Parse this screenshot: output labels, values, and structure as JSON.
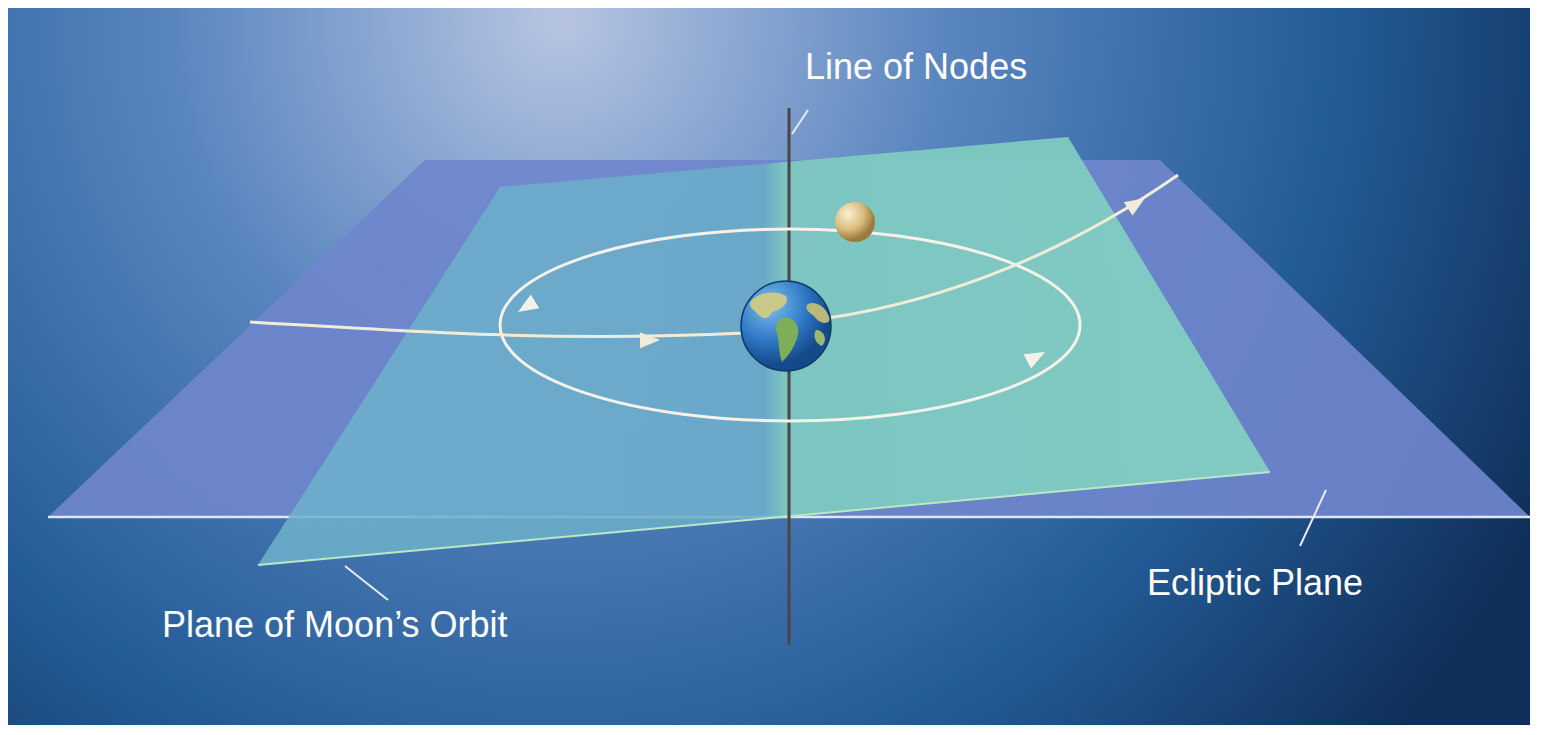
{
  "diagram": {
    "labels": [
      "Line of Nodes",
      "Ecliptic Plane",
      "Plane of Moon’s Orbit"
    ]
  }
}
